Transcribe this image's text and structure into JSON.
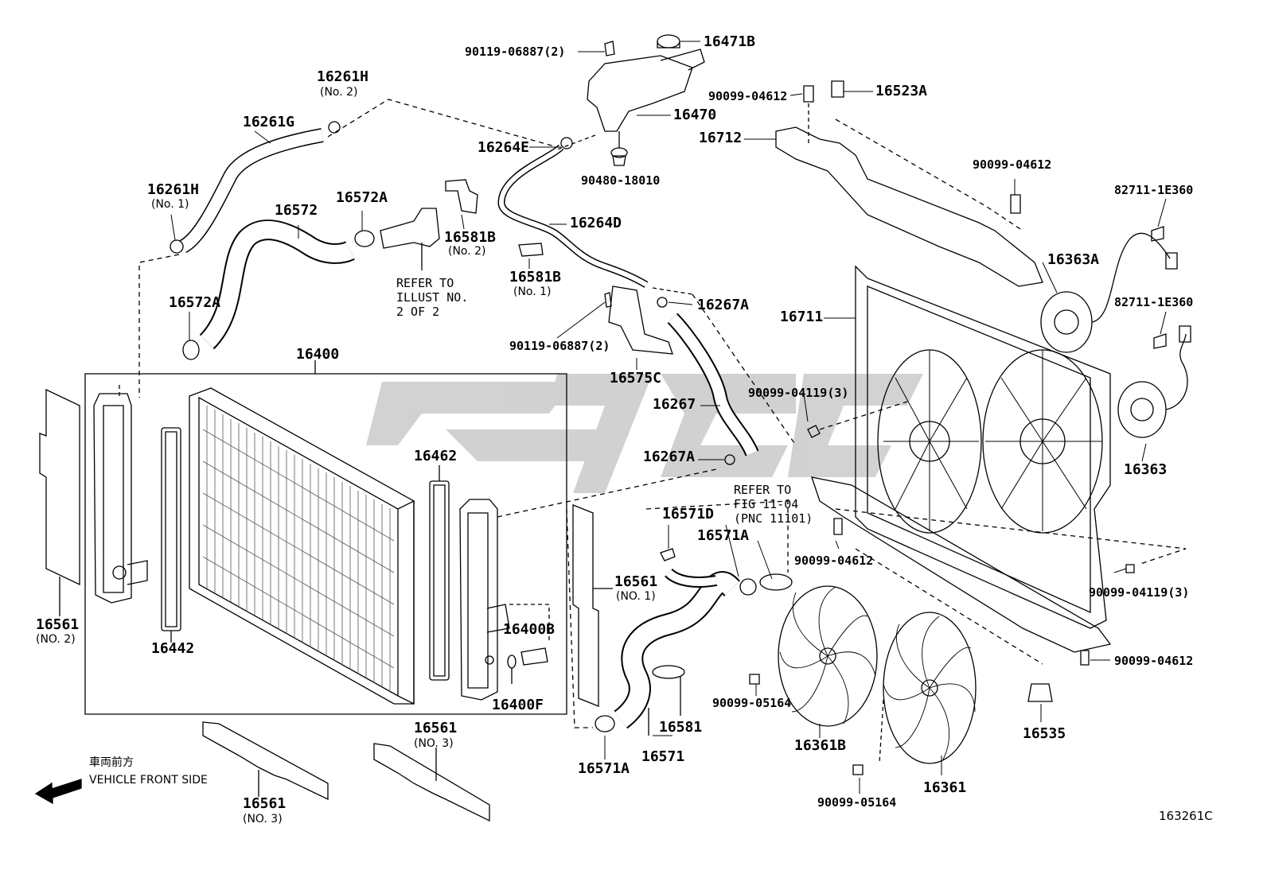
{
  "parts": {
    "p90119_top": "90119-06887(2)",
    "p16471B": "16471B",
    "p90099_04612_a": "90099-04612",
    "p16523A": "16523A",
    "p16261H_2": "16261H",
    "p16261H_2_sub": "(No. 2)",
    "p16261G": "16261G",
    "p16470": "16470",
    "p16264E": "16264E",
    "p16712": "16712",
    "p90480": "90480-18010",
    "p90099_04612_b": "90099-04612",
    "p82711_a": "82711-1E360",
    "p16261H_1": "16261H",
    "p16261H_1_sub": "(No. 1)",
    "p16572": "16572",
    "p16572A_top": "16572A",
    "p16581B_2": "16581B",
    "p16581B_2_sub": "(No. 2)",
    "p16264D": "16264D",
    "p16363A": "16363A",
    "p16581B_1": "16581B",
    "p16581B_1_sub": "(No. 1)",
    "p16267A_top": "16267A",
    "p82711_b": "82711-1E360",
    "p16572A_left": "16572A",
    "p16711": "16711",
    "p90119_mid": "90119-06887(2)",
    "p16400": "16400",
    "p16575C": "16575C",
    "p90099_04119_a": "90099-04119(3)",
    "p16267": "16267",
    "p16267A_bot": "16267A",
    "p16363": "16363",
    "p16462": "16462",
    "p16571D": "16571D",
    "p16571A_top": "16571A",
    "p90099_04612_c": "90099-04612",
    "p16561_no1": "16561",
    "p16561_no1_sub": "(NO. 1)",
    "p90099_04119_b": "90099-04119(3)",
    "p16561_no2": "16561",
    "p16561_no2_sub": "(NO. 2)",
    "p16442": "16442",
    "p16400B": "16400B",
    "p90099_04612_d": "90099-04612",
    "p90099_05164_a": "90099-05164",
    "p16400F": "16400F",
    "p16535": "16535",
    "p16561_no3a": "16561",
    "p16561_no3a_sub": "(NO. 3)",
    "p16581": "16581",
    "p16361B": "16361B",
    "p16571": "16571",
    "p16571A_bot": "16571A",
    "p16361": "16361",
    "p90099_05164_b": "90099-05164",
    "p16561_no3b": "16561",
    "p16561_no3b_sub": "(NO. 3)"
  },
  "notes": {
    "refer_illust": "REFER TO\nILLUST NO.\n2 OF 2",
    "refer_fig": "REFER TO\nFIG 11-04\n(PNC 11101)"
  },
  "front": {
    "jp": "車両前方",
    "en": "VEHICLE FRONT SIDE"
  },
  "diagram_code": "163261C",
  "watermark_color": "#c9c9c9"
}
